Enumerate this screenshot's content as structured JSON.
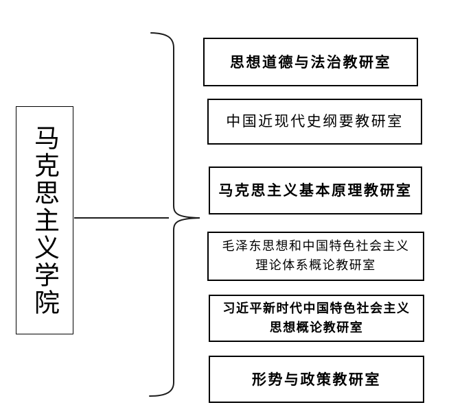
{
  "diagram": {
    "type": "org-chart-brace",
    "parent": {
      "label": "马克思主义学院"
    },
    "children": [
      {
        "label": "思想道德与法治教研室"
      },
      {
        "label": "中国近现代史纲要教研室"
      },
      {
        "label": "马克思主义基本原理教研室"
      },
      {
        "label": "毛泽东思想和中国特色社会主义\n理论体系概论教研室"
      },
      {
        "label": "习近平新时代中国特色社会主义\n思想概论教研室"
      },
      {
        "label": "形势与政策教研室"
      }
    ],
    "colors": {
      "line": "#1c1c1c",
      "border": "#000000",
      "text": "#000000",
      "background": "#ffffff"
    }
  }
}
